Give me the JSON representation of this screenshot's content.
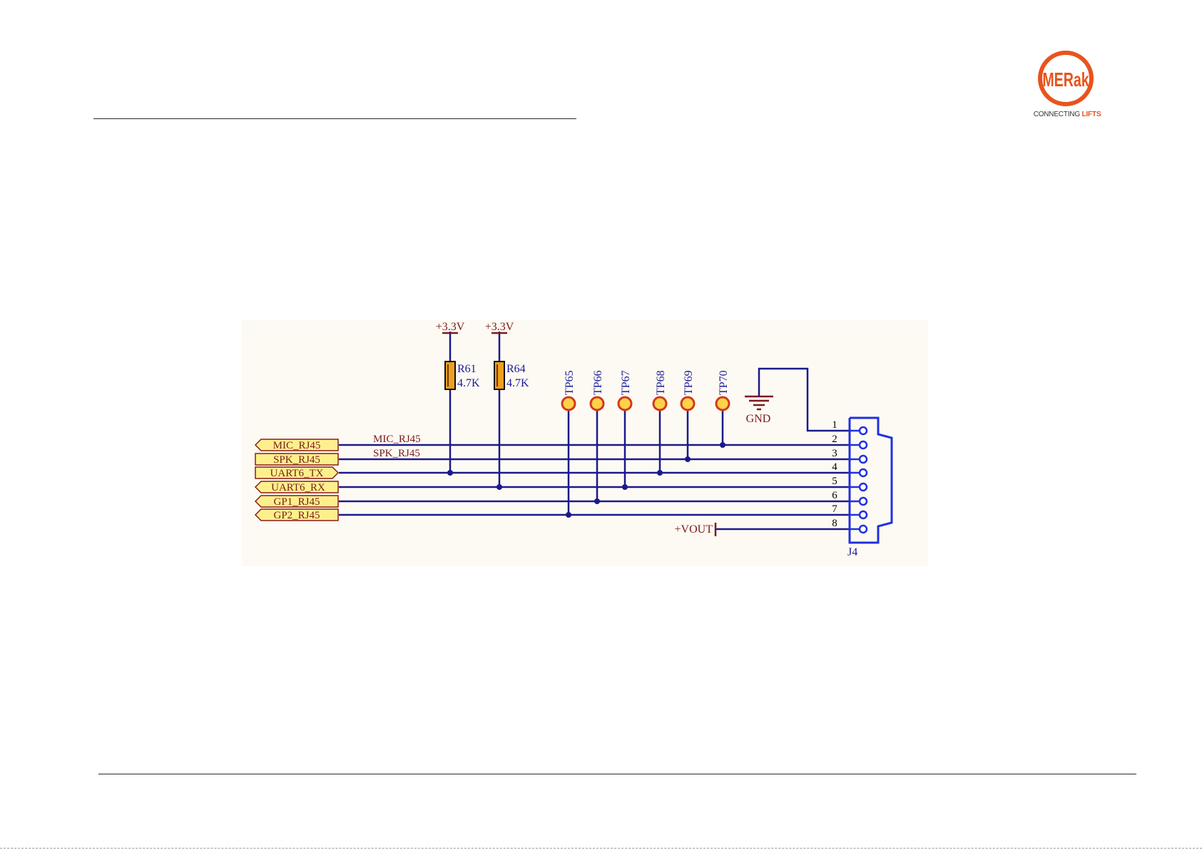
{
  "logo": {
    "name": "MERak",
    "tagline_prefix": "CONNECTING",
    "tagline_accent": "LIFTS",
    "brand_color": "#e8531d"
  },
  "schematic": {
    "power_rails": [
      "+3.3V",
      "+3.3V"
    ],
    "resistors": [
      {
        "ref": "R61",
        "value": "4.7K"
      },
      {
        "ref": "R64",
        "value": "4.7K"
      }
    ],
    "test_points": [
      "TP65",
      "TP66",
      "TP67",
      "TP68",
      "TP69",
      "TP70"
    ],
    "ground_label": "GND",
    "ports": [
      "MIC_RJ45",
      "SPK_RJ45",
      "UART6_TX",
      "UART6_RX",
      "GP1_RJ45",
      "GP2_RJ45"
    ],
    "net_labels": [
      "MIC_RJ45",
      "SPK_RJ45"
    ],
    "output_label": "+VOUT",
    "connector": {
      "ref": "J4",
      "pins": [
        "1",
        "2",
        "3",
        "4",
        "5",
        "6",
        "7",
        "8"
      ]
    },
    "colors": {
      "background": "#fdfaf3",
      "wire": "#1a1a8c",
      "connector": "#2030e0",
      "port_fill": "#fdf08c",
      "resistor_fill": "#f0a020",
      "test_point_fill": "#ffd24a",
      "test_point_stroke": "#d23a1a",
      "power": "#7b1a1a"
    }
  }
}
